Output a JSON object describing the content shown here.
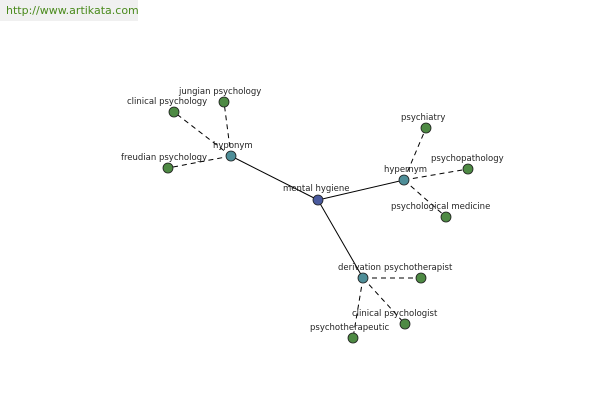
{
  "header": {
    "url": "http://www.artikata.com"
  },
  "colors": {
    "root": "#4a5a9e",
    "relation": "#4e8e98",
    "leaf": "#4e8a44",
    "link": "#4a8a1c"
  },
  "graph": {
    "root": {
      "label": "mental hygiene"
    },
    "hyponym": {
      "label": "hyponym",
      "children": [
        "clinical psychology",
        "jungian psychology",
        "freudian psychology"
      ]
    },
    "hypernym": {
      "label": "hypernym",
      "children": [
        "psychiatry",
        "psychopathology",
        "psychological medicine"
      ]
    },
    "derivation": {
      "label": "derivation",
      "children": [
        "psychotherapist",
        "clinical psychologist",
        "psychotherapeutic"
      ]
    }
  }
}
